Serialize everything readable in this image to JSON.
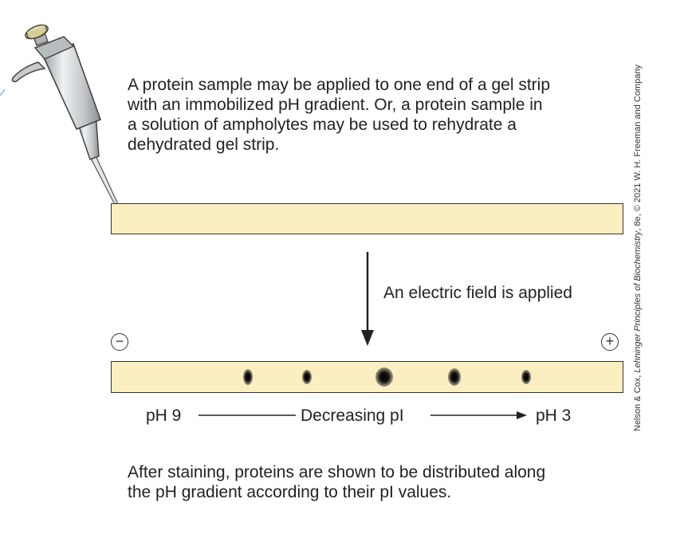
{
  "intro_text": "A protein sample may be applied to one end of a gel strip\nwith an immobilized pH gradient. Or, a protein sample in\na solution of ampholytes may be used to rehydrate a\ndehydrated gel strip.",
  "field_label": "An electric field is applied",
  "negative_pole": "−",
  "positive_pole": "+",
  "gradient": {
    "start_label": "pH 9",
    "middle_label": "Decreasing pI",
    "end_label": "pH 3"
  },
  "outro_text": "After staining, proteins are shown to be distributed along\nthe pH gradient according to their pI values.",
  "credit": {
    "prefix": "Nelson & Cox, ",
    "title": "Lehninger Principles of Biochemistry",
    "suffix": ", 8e, © 2021 W. H. Freeman and Company"
  },
  "colors": {
    "gel": "#fbefc1",
    "outline": "#333333",
    "band": "#111111",
    "pipette_body": "#d3d6d8",
    "pipette_cap": "#e8dfb0"
  },
  "icons": [
    "pipette-icon",
    "arrow-down-icon",
    "minus-circle-icon",
    "plus-circle-icon"
  ]
}
